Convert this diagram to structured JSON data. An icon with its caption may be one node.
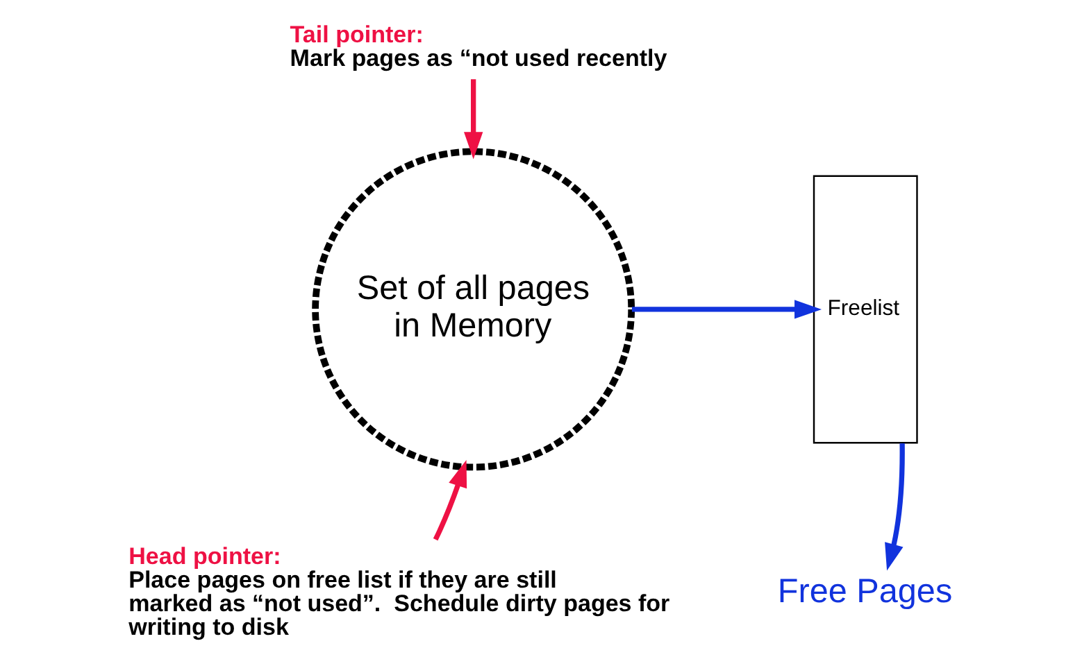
{
  "diagram": {
    "nodes": [
      {
        "text": [
          "Set of all pages in Memory"
        ]
      },
      {
        "text": [
          "Tail pointer:",
          "Mark pages as “not used recently"
        ]
      },
      {
        "text": [
          "Head pointer:",
          "Place pages on free list if they are still marked as “not used”.  Schedule dirty pages for writing to disk"
        ]
      },
      {
        "text": [
          "Freelist"
        ]
      },
      {
        "text": [
          "Free Pages"
        ]
      }
    ],
    "edges": [
      {
        "from": 1,
        "to": 0,
        "arrow": "to",
        "color": "#ee1144"
      },
      {
        "from": 2,
        "to": 0,
        "arrow": "to",
        "color": "#ee1144"
      },
      {
        "from": 0,
        "to": 3,
        "arrow": "to",
        "color": "#1133dd"
      },
      {
        "from": 3,
        "to": 4,
        "arrow": "to",
        "color": "#1133dd"
      }
    ]
  }
}
